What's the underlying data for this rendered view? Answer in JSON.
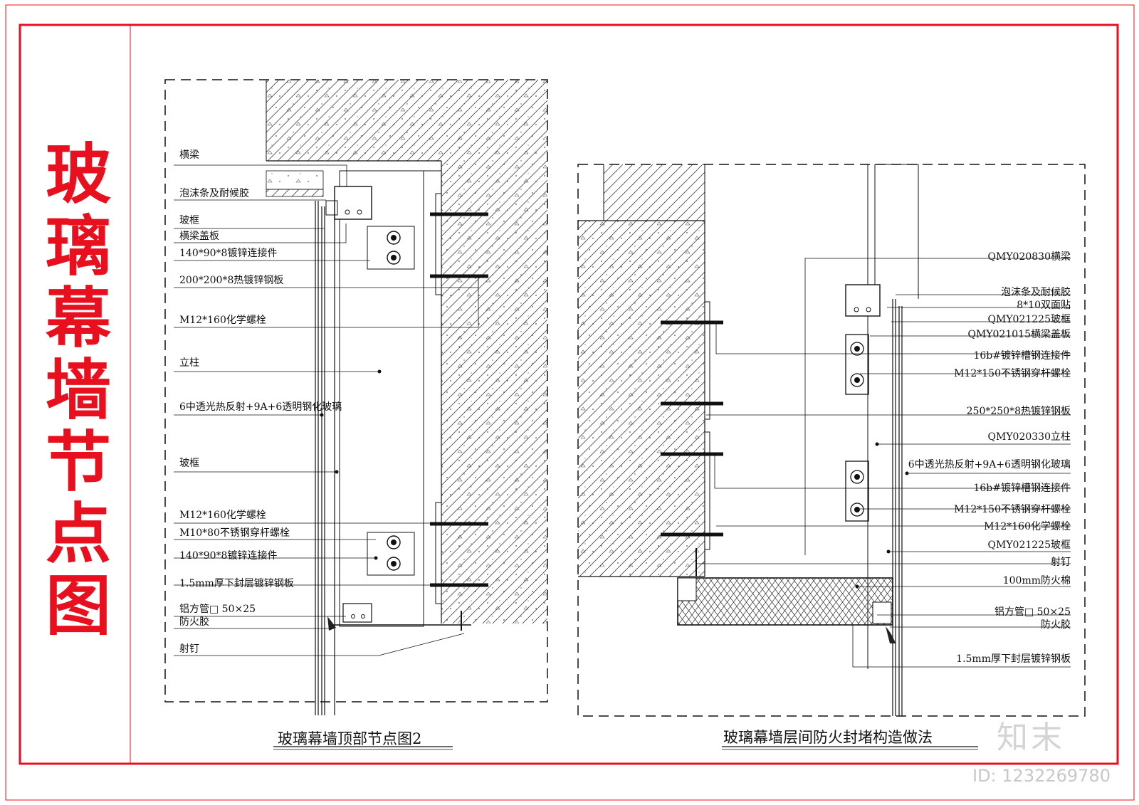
{
  "sheet_title": [
    "玻",
    "璃",
    "幕",
    "墙",
    "节",
    "点",
    "图"
  ],
  "left_detail": {
    "title": "玻璃幕墙顶部节点图2",
    "labels": [
      {
        "text": "横梁"
      },
      {
        "text": "泡沫条及耐候胶"
      },
      {
        "text": "玻框"
      },
      {
        "text": "横梁盖板"
      },
      {
        "text": "140*90*8镀锌连接件"
      },
      {
        "text": "200*200*8热镀锌钢板"
      },
      {
        "text": "M12*160化学螺栓"
      },
      {
        "text": "立柱"
      },
      {
        "text": "6中透光热反射+9A+6透明钢化玻璃"
      },
      {
        "text": "玻框"
      },
      {
        "text": "M12*160化学螺栓"
      },
      {
        "text": "M10*80不锈钢穿杆螺栓"
      },
      {
        "text": "140*90*8镀锌连接件"
      },
      {
        "text": "1.5mm厚下封层镀锌钢板"
      },
      {
        "text": "铝方管□ 50×25"
      },
      {
        "text": "防火胶"
      },
      {
        "text": "射钉"
      }
    ]
  },
  "right_detail": {
    "title": "玻璃幕墙层间防火封堵构造做法",
    "labels": [
      {
        "text": "QMY020830横梁"
      },
      {
        "text": "泡沫条及耐候胶"
      },
      {
        "text": "8*10双面贴"
      },
      {
        "text": "QMY021225玻框"
      },
      {
        "text": "QMY021015横梁盖板"
      },
      {
        "text": "16b#镀锌槽钢连接件"
      },
      {
        "text": "M12*150不锈钢穿杆螺栓"
      },
      {
        "text": "250*250*8热镀锌钢板"
      },
      {
        "text": "QMY020330立柱"
      },
      {
        "text": "6中透光热反射+9A+6透明钢化玻璃"
      },
      {
        "text": "16b#镀锌槽钢连接件"
      },
      {
        "text": "M12*150不锈钢穿杆螺栓"
      },
      {
        "text": "M12*160化学螺栓"
      },
      {
        "text": "QMY021225玻框"
      },
      {
        "text": "射钉"
      },
      {
        "text": "100mm防火棉"
      },
      {
        "text": "铝方管□ 50×25"
      },
      {
        "text": "防火胶"
      },
      {
        "text": "1.5mm厚下封层镀锌钢板"
      }
    ]
  },
  "brand_mark": "知末",
  "id_tag": "ID: 1232269780",
  "colors": {
    "frame": "#e8101e",
    "ink": "#111111"
  }
}
